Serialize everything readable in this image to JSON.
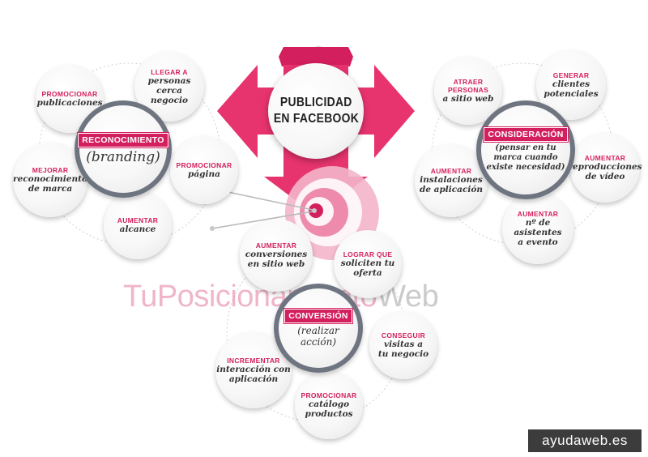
{
  "title": [
    "PUBLICIDAD",
    "EN FACEBOOK"
  ],
  "colors": {
    "accent": "#d41f5e",
    "ring": "#6f7580",
    "text": "#333333"
  },
  "hubs": {
    "reconocimiento": {
      "label": "RECONOCIMIENTO",
      "sub": "(branding)"
    },
    "consideracion": {
      "label": "CONSIDERACIÓN",
      "sub": [
        "(pensar en tu",
        "marca cuando",
        "existe necesidad)"
      ]
    },
    "conversion": {
      "label": "CONVERSIÓN",
      "sub": "(realizar acción)"
    }
  },
  "satellites": {
    "r1": {
      "kw": "PROMOCIONAR",
      "tx": [
        "publicaciones"
      ]
    },
    "r2": {
      "kw": "LLEGAR A",
      "tx": [
        "personas cerca",
        "negocio"
      ]
    },
    "r3": {
      "kw": "PROMOCIONAR",
      "tx": [
        "página"
      ]
    },
    "r4": {
      "kw": "MEJORAR",
      "tx": [
        "reconocimiento",
        "de marca"
      ]
    },
    "r5": {
      "kw": "AUMENTAR",
      "tx": [
        "alcance"
      ]
    },
    "c1": {
      "kw": "ATRAER",
      "kw2": "PERSONAS",
      "tx": [
        "a sitio web"
      ]
    },
    "c2": {
      "kw": "GENERAR",
      "tx": [
        "clientes",
        "potenciales"
      ]
    },
    "c3": {
      "kw": "AUMENTAR",
      "tx": [
        "instalaciones",
        "de aplicación"
      ]
    },
    "c4": {
      "kw": "AUMENTAR",
      "tx": [
        "reproducciones",
        "de vídeo"
      ]
    },
    "c5": {
      "kw": "AUMENTAR",
      "tx": [
        "nº de asistentes",
        "a evento"
      ]
    },
    "v1": {
      "kw": "AUMENTAR",
      "tx": [
        "conversiones",
        "en sitio web"
      ]
    },
    "v2": {
      "kw": "LOGRAR QUE",
      "tx": [
        "soliciten tu",
        "oferta"
      ]
    },
    "v3": {
      "kw": "INCREMENTAR",
      "tx": [
        "interacción con",
        "aplicación"
      ]
    },
    "v4": {
      "kw": "CONSEGUIR",
      "tx": [
        "visitas a",
        "tu negocio"
      ]
    },
    "v5": {
      "kw": "PROMOCIONAR",
      "tx": [
        "catálogo",
        "productos"
      ]
    }
  },
  "watermark": {
    "part1": "TuPosicionamiento",
    "part2": "Web"
  },
  "credit": "ayudaweb.es"
}
